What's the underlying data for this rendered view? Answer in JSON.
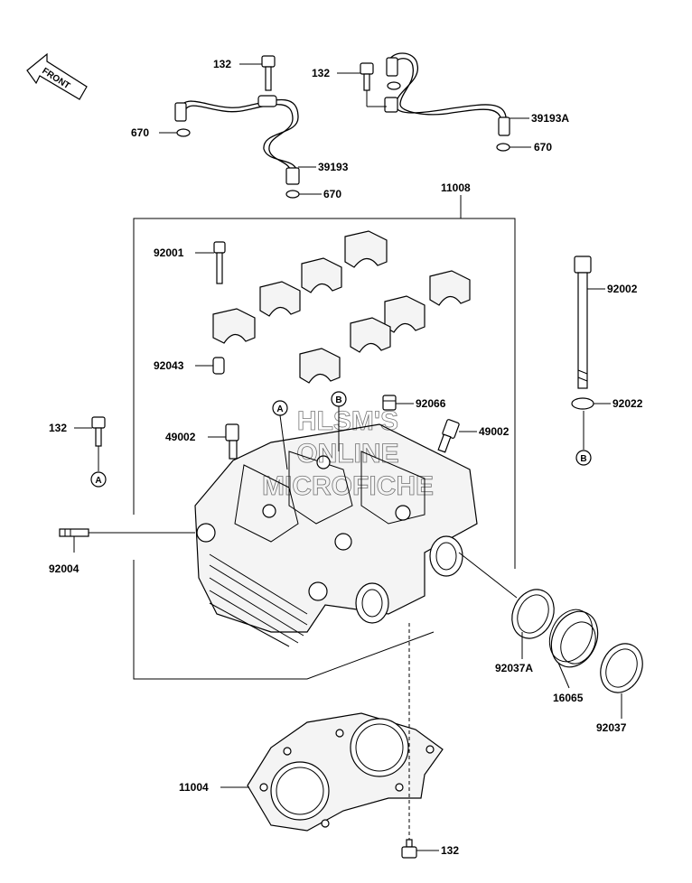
{
  "front_indicator": "FRONT",
  "parts": {
    "p132_top_left": "132",
    "p132_top_right": "132",
    "p670_left": "670",
    "p670_mid": "670",
    "p670_right": "670",
    "p39193": "39193",
    "p39193A": "39193A",
    "p11008": "11008",
    "p92001": "92001",
    "p92043": "92043",
    "p92066": "92066",
    "p49002_left": "49002",
    "p49002_right": "49002",
    "p92002": "92002",
    "p92022": "92022",
    "p132_left": "132",
    "p92004": "92004",
    "p92037A": "92037A",
    "p16065": "16065",
    "p92037": "92037",
    "p11004": "11004",
    "p132_bottom": "132"
  },
  "reference_markers": {
    "a_head": "A",
    "a_left": "A",
    "b_head": "B",
    "b_right": "B"
  },
  "watermark": [
    "HLSM'S",
    "ONLINE",
    "MICROFICHE"
  ]
}
